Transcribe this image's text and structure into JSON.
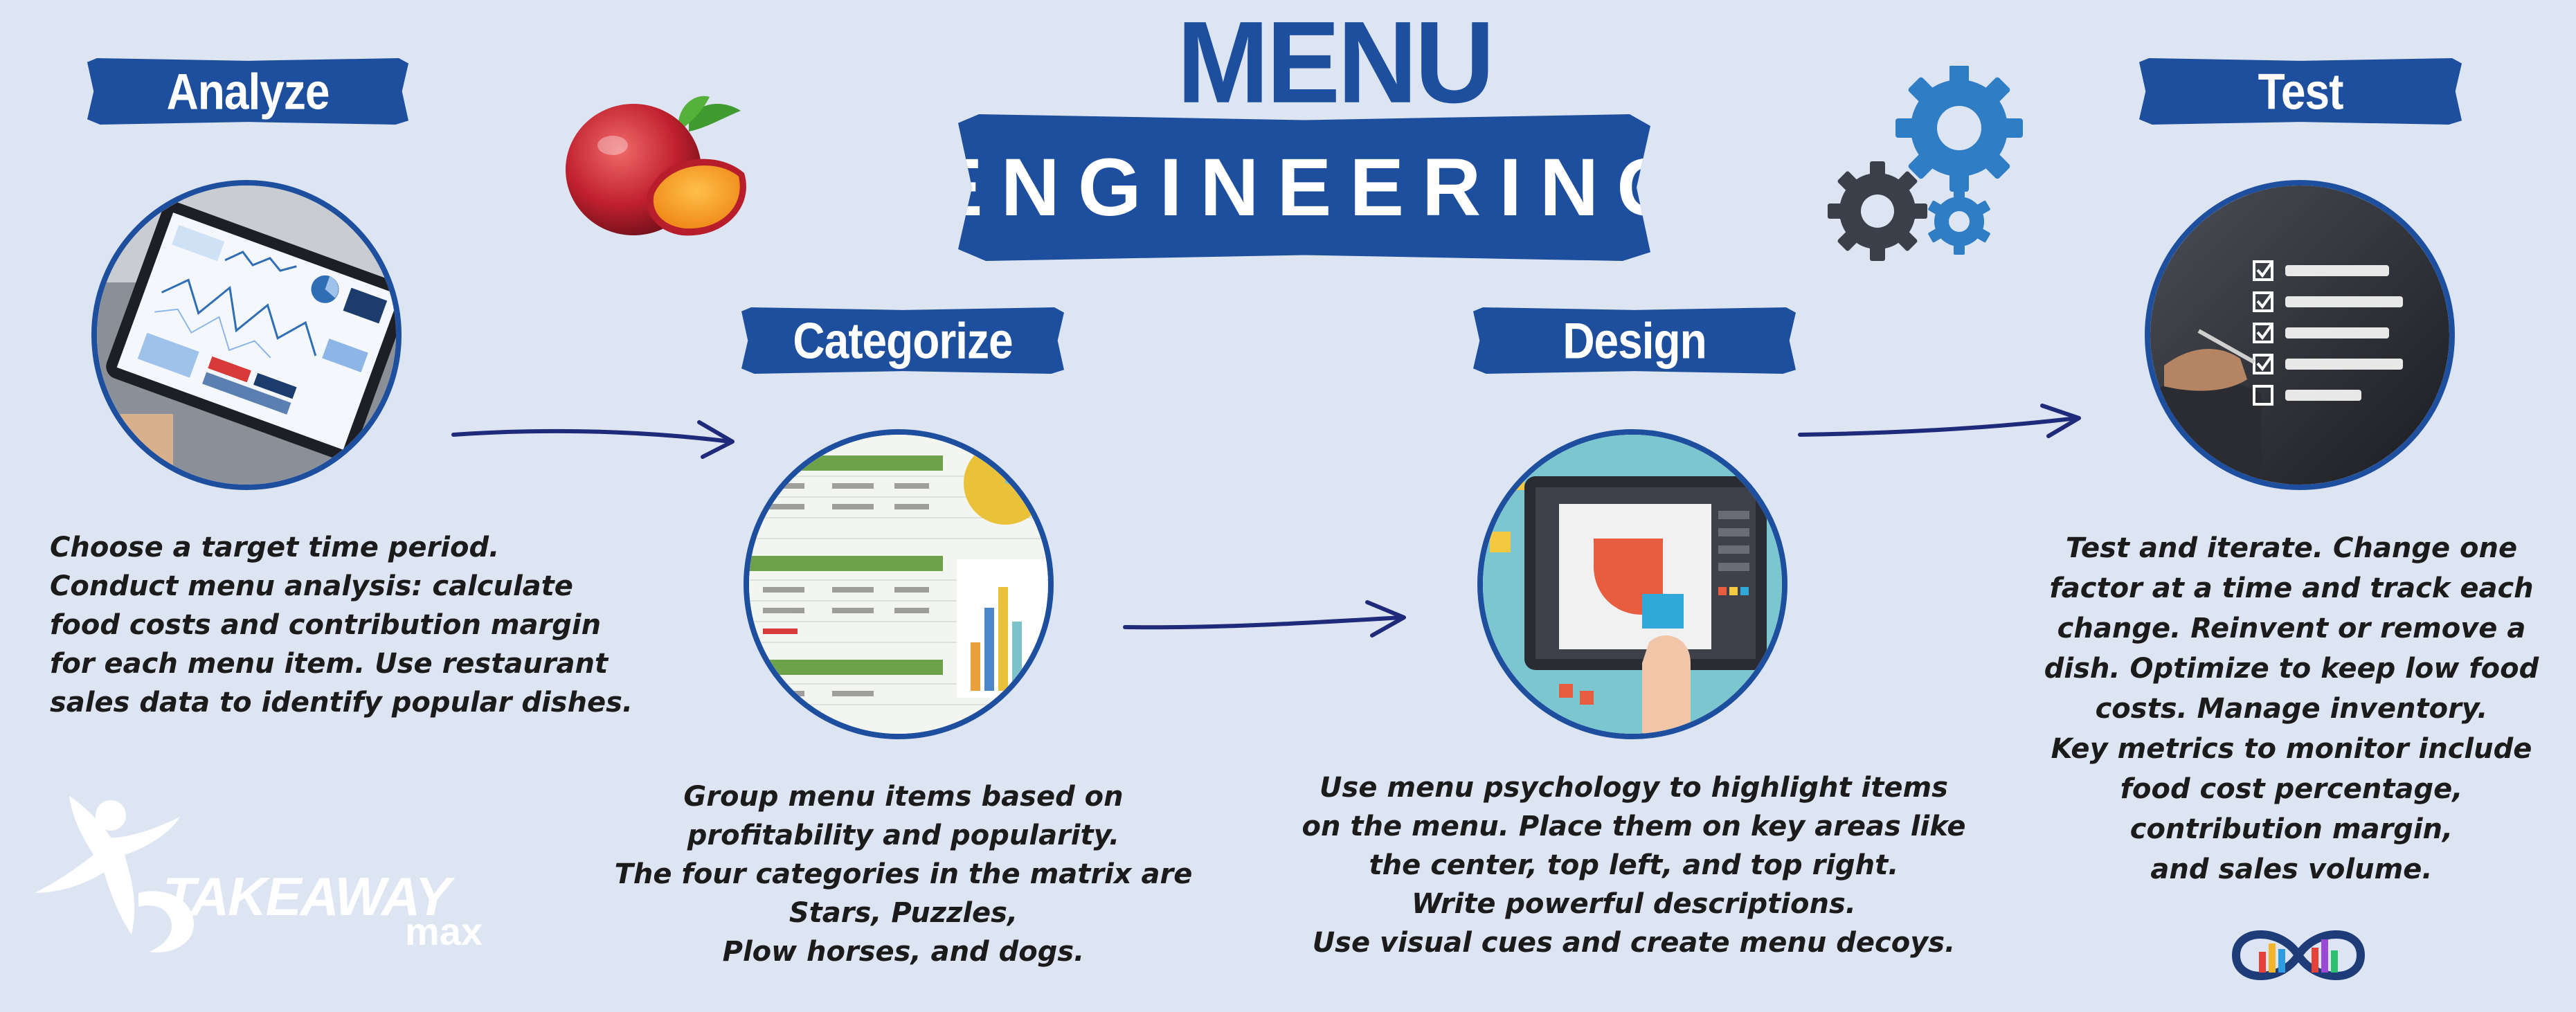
{
  "title": {
    "line1": "MENU",
    "line2": "ENGINEERING"
  },
  "stages": [
    {
      "label": "Analyze",
      "lines": [
        "Choose a target time period.",
        "Conduct menu analysis: calculate",
        "food costs and  contribution margin",
        "for each menu item. Use restaurant",
        "sales data to identify popular dishes."
      ]
    },
    {
      "label": "Categorize",
      "lines": [
        "Group menu items based on",
        "profitability and popularity.",
        "The four categories in the matrix are",
        "Stars, Puzzles,",
        "Plow horses, and dogs."
      ]
    },
    {
      "label": "Design",
      "lines": [
        "Use menu psychology to highlight items",
        "on the menu. Place them on key areas like",
        "the center, top left, and top right.",
        "Write powerful descriptions.",
        "Use visual cues and create menu decoys."
      ]
    },
    {
      "label": "Test",
      "lines": [
        "Test and iterate. Change one",
        "factor at a time and track each",
        "change. Reinvent or remove a",
        "dish. Optimize to keep low food",
        "costs. Manage inventory.",
        "Key metrics to monitor include",
        "food cost percentage,",
        "contribution margin,",
        "and sales volume."
      ]
    }
  ],
  "logo": {
    "text": "TAKEAWAY",
    "sub": "max"
  },
  "icons": [
    "peach-icon",
    "gears-icon",
    "infinity-logo-icon"
  ],
  "colors": {
    "primary": "#1e4f9e",
    "background": "#dde5f2",
    "arrow": "#1f2a7a"
  }
}
